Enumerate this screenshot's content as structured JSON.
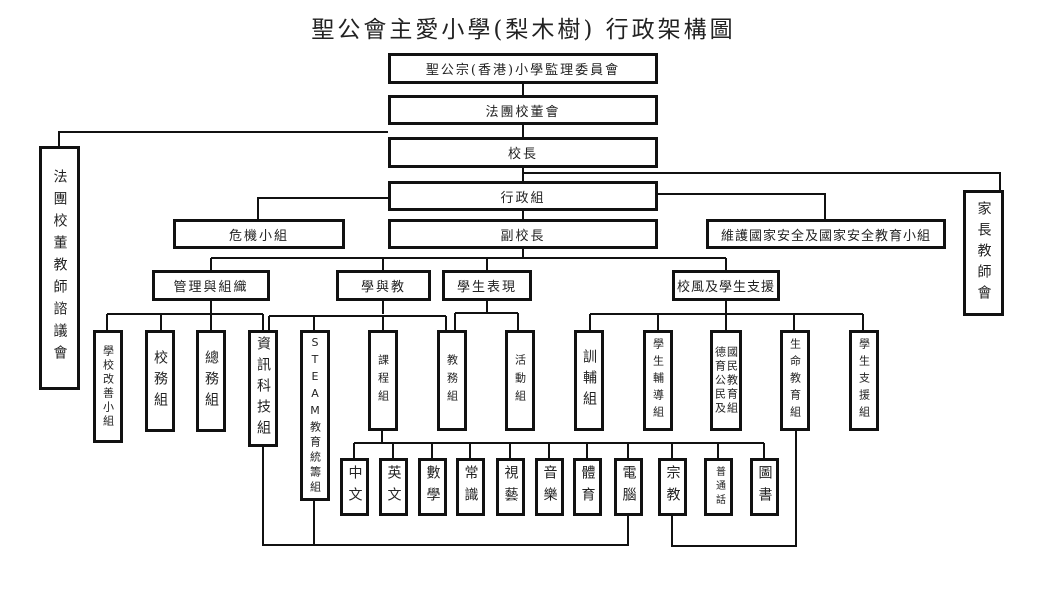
{
  "title": "聖公會主愛小學(梨木樹) 行政架構圖",
  "nodes": {
    "supervisory_committee": "聖公宗(香港)小學監理委員會",
    "incorporated_board": "法團校董會",
    "principal": "校長",
    "admin_group": "行政組",
    "vice_principal": "副校長",
    "crisis_team": "危機小組",
    "national_security_team": "維護國家安全及國家安全教育小組",
    "teachers_council": "法團校董教師諮議會",
    "pta": "家長教師會",
    "management": "管理與組織",
    "learning_teaching": "學與教",
    "student_performance": "學生表現",
    "school_culture": "校風及學生支援",
    "school_improvement": "學校改善小組",
    "school_affairs": "校務組",
    "general_affairs": "總務組",
    "it_group": "資訊科技組",
    "steam_group": "STEAM教育統籌組",
    "curriculum_group": "課程組",
    "academic_affairs": "教務組",
    "activities_group": "活動組",
    "discipline_group": "訓輔組",
    "student_guidance": "學生輔導組",
    "civic_national_right": "國民教育組",
    "civic_national_left": "德育公民及",
    "life_education": "生命教育組",
    "student_support": "學生支援組"
  },
  "subjects": [
    "中文",
    "英文",
    "數學",
    "常識",
    "視藝",
    "音樂",
    "體育",
    "電腦",
    "宗教",
    "普通話",
    "圖書"
  ]
}
